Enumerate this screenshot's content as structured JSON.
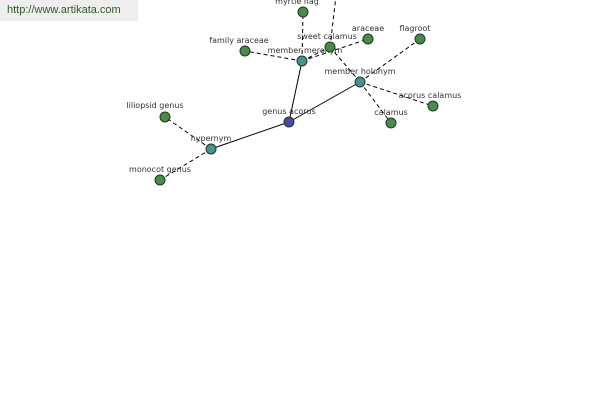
{
  "url_link": "http://www.artikata.com",
  "colors": {
    "center": "#4a4aa0",
    "relation": "#4a9090",
    "term": "#4a8a4a",
    "node_stroke": "#1e3a1e"
  },
  "graph": {
    "nodes": [
      {
        "id": "center",
        "label": "genus acorus",
        "kind": "center"
      },
      {
        "id": "hypernym",
        "label": "hypernym",
        "kind": "relation"
      },
      {
        "id": "member-meronym",
        "label": "member meronym",
        "kind": "relation"
      },
      {
        "id": "member-holonym",
        "label": "member holonym",
        "kind": "relation"
      },
      {
        "id": "liliopsid-genus",
        "label": "liliopsid genus",
        "kind": "term"
      },
      {
        "id": "monocot-genus",
        "label": "monocot genus",
        "kind": "term"
      },
      {
        "id": "family-araceae",
        "label": "family araceae",
        "kind": "term"
      },
      {
        "id": "myrtle-flag",
        "label": "myrtle flag",
        "kind": "term"
      },
      {
        "id": "sweet-calamus",
        "label": "sweet calamus",
        "kind": "term"
      },
      {
        "id": "araceae",
        "label": "araceae",
        "kind": "term"
      },
      {
        "id": "flagroot",
        "label": "flagroot",
        "kind": "term"
      },
      {
        "id": "acorus-calamus",
        "label": "acorus calamus",
        "kind": "term"
      },
      {
        "id": "calamus",
        "label": "calamus",
        "kind": "term"
      }
    ],
    "edges": [
      {
        "from": "center",
        "to": "hypernym",
        "style": "solid"
      },
      {
        "from": "center",
        "to": "member-meronym",
        "style": "solid"
      },
      {
        "from": "center",
        "to": "member-holonym",
        "style": "solid"
      },
      {
        "from": "hypernym",
        "to": "liliopsid-genus",
        "style": "dashed"
      },
      {
        "from": "hypernym",
        "to": "monocot-genus",
        "style": "dashed"
      },
      {
        "from": "member-meronym",
        "to": "family-araceae",
        "style": "dashed"
      },
      {
        "from": "member-meronym",
        "to": "myrtle-flag",
        "style": "dashed"
      },
      {
        "from": "member-meronym",
        "to": "sweet-calamus",
        "style": "dashed"
      },
      {
        "from": "member-meronym",
        "to": "araceae",
        "style": "dashed"
      },
      {
        "from": "member-holonym",
        "to": "sweet-calamus",
        "style": "dashed"
      },
      {
        "from": "member-holonym",
        "to": "flagroot",
        "style": "dashed"
      },
      {
        "from": "member-holonym",
        "to": "acorus-calamus",
        "style": "dashed"
      },
      {
        "from": "member-holonym",
        "to": "calamus",
        "style": "dashed"
      },
      {
        "from": "sweet-calamus",
        "to": "offscreen-top",
        "style": "dashed"
      }
    ]
  }
}
